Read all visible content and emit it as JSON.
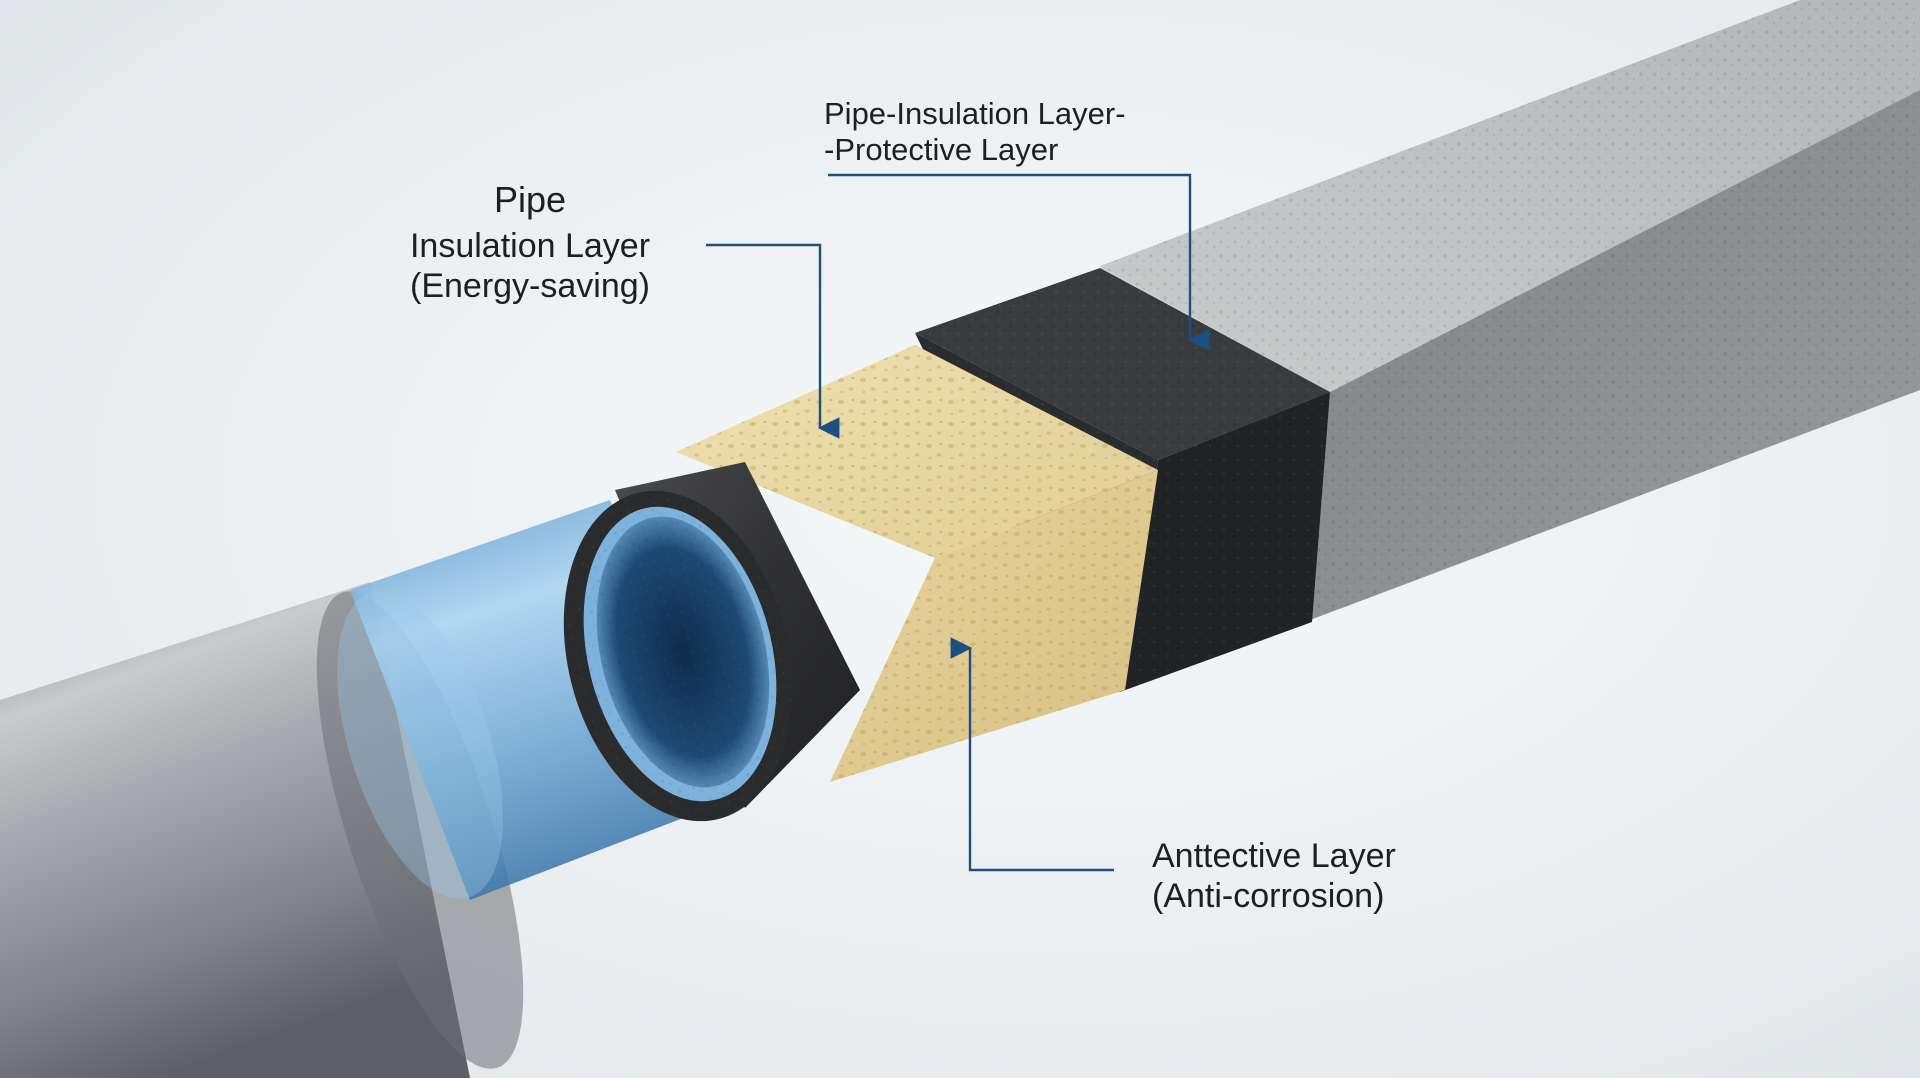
{
  "labels": {
    "pipe_insulation": {
      "line1": "Pipe",
      "line2": "Insulation Layer",
      "line3": "(Energy-saving)"
    },
    "protective": {
      "line1": "Pipe-Insulation Layer-",
      "line2": "-Protective Layer"
    },
    "anti_corrosion": {
      "line1": "Anttective Layer",
      "line2": "(Anti-corrosion)"
    }
  },
  "colors": {
    "background": "#eef1f3",
    "leader_line": "#1d4f82",
    "steel_pipe": "#9a9da1",
    "blue_inner_layer": "#7fb6dd",
    "black_rubber": "#2e2f31",
    "foam_insulation": "#e9d9a6",
    "concrete_jacket": "#a7a9ab"
  }
}
